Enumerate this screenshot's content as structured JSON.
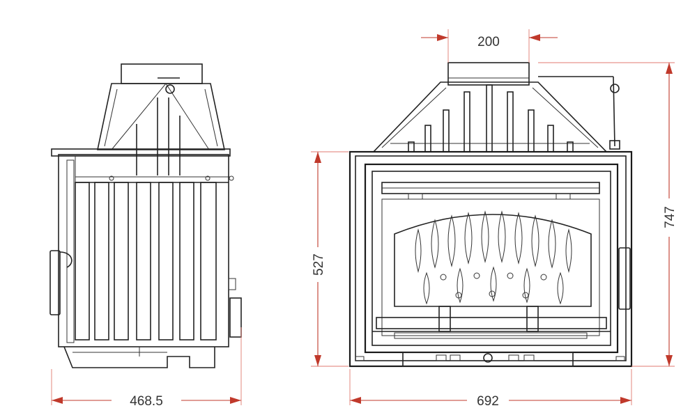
{
  "dimensions": {
    "side_depth": "468.5",
    "front_width": "692",
    "total_height": "747",
    "door_height": "527",
    "flue_diameter": "200"
  },
  "colors": {
    "dimension_line": "#c0392b",
    "drawing_line": "#222222",
    "background": "#ffffff"
  }
}
